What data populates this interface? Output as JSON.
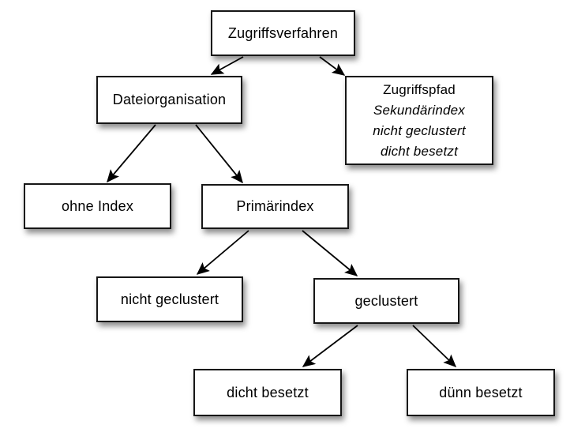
{
  "diagram": {
    "nodes": {
      "zugriffsverfahren": {
        "label": "Zugriffsverfahren"
      },
      "dateiorganisation": {
        "label": "Dateiorganisation"
      },
      "zugriffspfad": {
        "line1": "Zugriffspfad",
        "line2": "Sekundärindex",
        "line3": "nicht geclustert",
        "line4": "dicht besetzt"
      },
      "ohne_index": {
        "label": "ohne Index"
      },
      "primaerindex": {
        "label": "Primärindex"
      },
      "nicht_geclustert": {
        "label": "nicht geclustert"
      },
      "geclustert": {
        "label": "geclustert"
      },
      "dicht_besetzt": {
        "label": "dicht besetzt"
      },
      "duenn_besetzt": {
        "label": "dünn besetzt"
      }
    },
    "edges": [
      {
        "from": "Zugriffsverfahren",
        "to": "Dateiorganisation"
      },
      {
        "from": "Zugriffsverfahren",
        "to": "Zugriffspfad"
      },
      {
        "from": "Dateiorganisation",
        "to": "ohne Index"
      },
      {
        "from": "Dateiorganisation",
        "to": "Primärindex"
      },
      {
        "from": "Primärindex",
        "to": "nicht geclustert"
      },
      {
        "from": "Primärindex",
        "to": "geclustert"
      },
      {
        "from": "geclustert",
        "to": "dicht besetzt"
      },
      {
        "from": "geclustert",
        "to": "dünn besetzt"
      }
    ],
    "colors": {
      "background": "#ffffff",
      "box_fill": "#ffffff",
      "box_border": "#161616",
      "text": "#000000",
      "arrow": "#000000"
    }
  }
}
